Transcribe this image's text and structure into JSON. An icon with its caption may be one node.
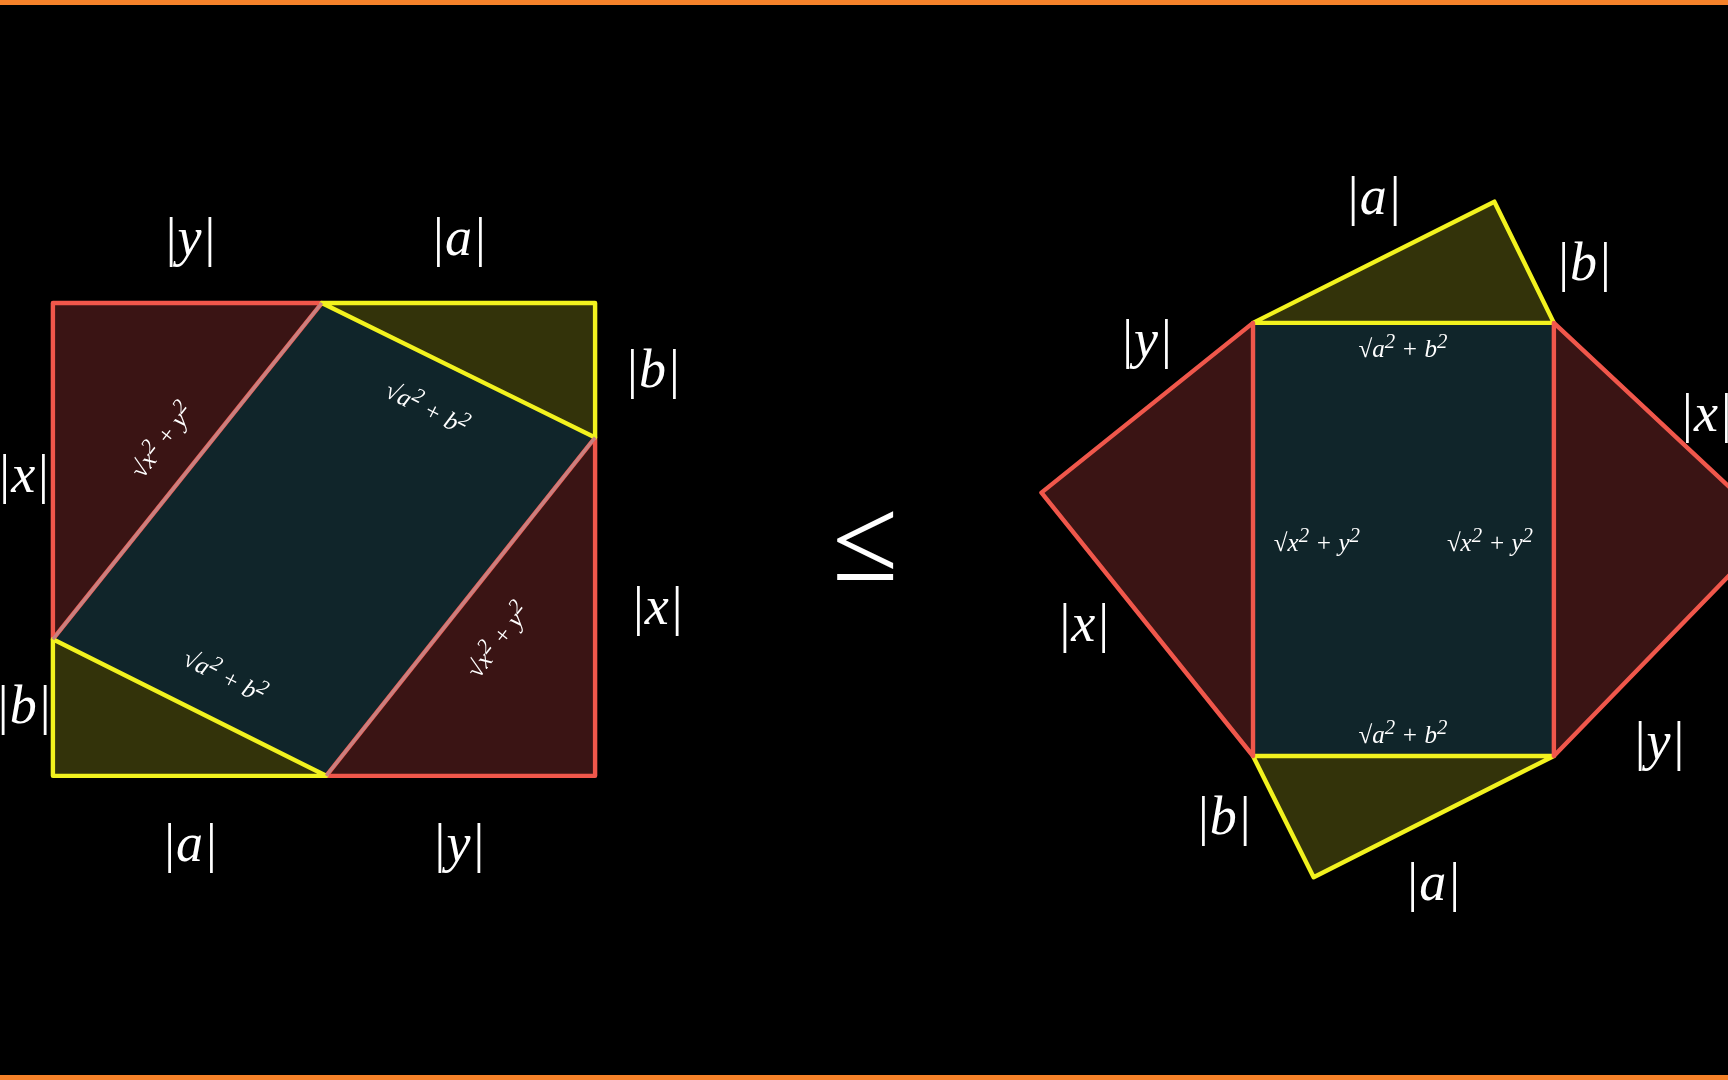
{
  "diagram": {
    "labels": [
      "|y|",
      "|a|",
      "|a|",
      "|b|",
      "|b|",
      "|y|",
      "|x|",
      "√x$^{2}$ + y$^{2}$",
      "√a$^{2}$ + b$^{2}$",
      "√a$^{2}$ + b$^{2}$",
      "|x|",
      "√x$^{2}$ + y$^{2}$",
      "√x$^{2}$ + y$^{2}$",
      "≤",
      "|x|",
      "√x$^{2}$ + y$^{2}$",
      "|x|",
      "√a$^{2}$ + b$^{2}$",
      "|b|",
      "√a$^{2}$ + b$^{2}$",
      "|y|",
      "|y|",
      "|b|",
      "|a|",
      "|a|"
    ]
  }
}
